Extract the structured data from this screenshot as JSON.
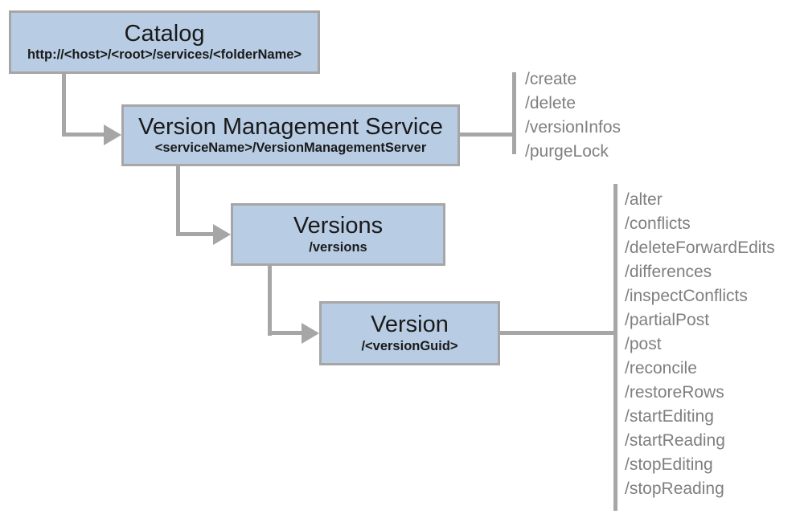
{
  "colors": {
    "box_fill": "#b8cce4",
    "box_border": "#a6a6a6",
    "connector": "#a6a6a6",
    "list_text": "#7f7f7f",
    "title_text": "#1a1a1a",
    "background": "#ffffff"
  },
  "diagram": {
    "nodes": [
      {
        "id": "catalog",
        "title": "Catalog",
        "subtitle": "http://<host>/<root>/services/<folderName>"
      },
      {
        "id": "version-management-service",
        "title": "Version Management Service",
        "subtitle": "<serviceName>/VersionManagementServer"
      },
      {
        "id": "versions",
        "title": "Versions",
        "subtitle": "/versions"
      },
      {
        "id": "version",
        "title": "Version",
        "subtitle": "/<versionGuid>"
      }
    ],
    "operation_lists": [
      {
        "attached_to": "version-management-service",
        "items": [
          "/create",
          "/delete",
          "/versionInfos",
          "/purgeLock"
        ]
      },
      {
        "attached_to": "version",
        "items": [
          "/alter",
          "/conflicts",
          "/deleteForwardEdits",
          "/differences",
          "/inspectConflicts",
          "/partialPost",
          "/post",
          "/reconcile",
          "/restoreRows",
          "/startEditing",
          "/startReading",
          "/stopEditing",
          "/stopReading"
        ]
      }
    ]
  }
}
